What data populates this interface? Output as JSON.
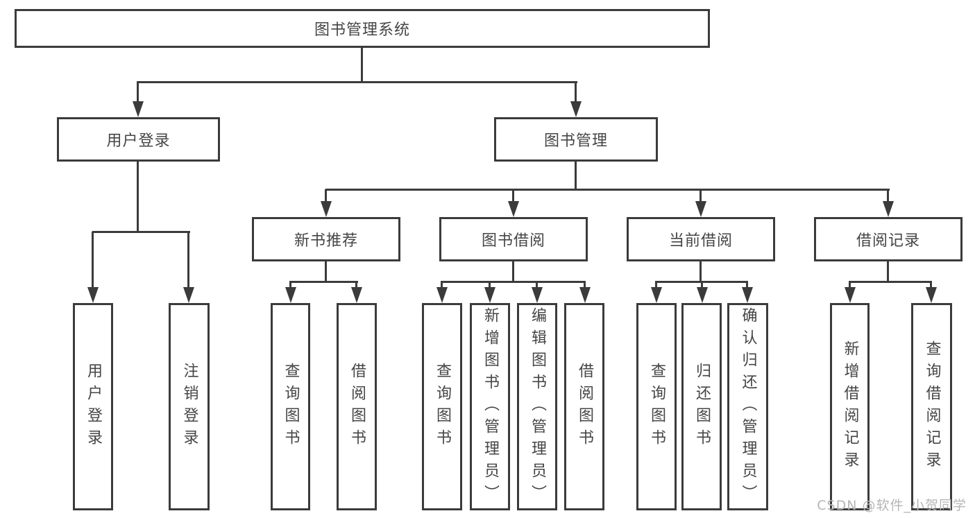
{
  "root": {
    "label": "图书管理系统"
  },
  "branches": [
    {
      "label": "用户登录",
      "leaves": [
        {
          "label": "用户登录"
        },
        {
          "label": "注销登录"
        }
      ]
    },
    {
      "label": "图书管理",
      "groups": [
        {
          "label": "新书推荐",
          "leaves": [
            {
              "label": "查询图书"
            },
            {
              "label": "借阅图书"
            }
          ]
        },
        {
          "label": "图书借阅",
          "leaves": [
            {
              "label": "查询图书"
            },
            {
              "label": "新增图书（管理员）"
            },
            {
              "label": "编辑图书（管理员）"
            },
            {
              "label": "借阅图书"
            }
          ]
        },
        {
          "label": "当前借阅",
          "leaves": [
            {
              "label": "查询图书"
            },
            {
              "label": "归还图书"
            },
            {
              "label": "确认归还（管理员）"
            }
          ]
        },
        {
          "label": "借阅记录",
          "leaves": [
            {
              "label": "新增借阅记录"
            },
            {
              "label": "查询借阅记录"
            }
          ]
        }
      ]
    }
  ],
  "watermark": {
    "text": "CSDN @软件_小贺同学"
  },
  "colors": {
    "line": "#3b3b3b",
    "text": "#454545",
    "background": "#ffffff",
    "watermark": "#b5b5b5"
  }
}
